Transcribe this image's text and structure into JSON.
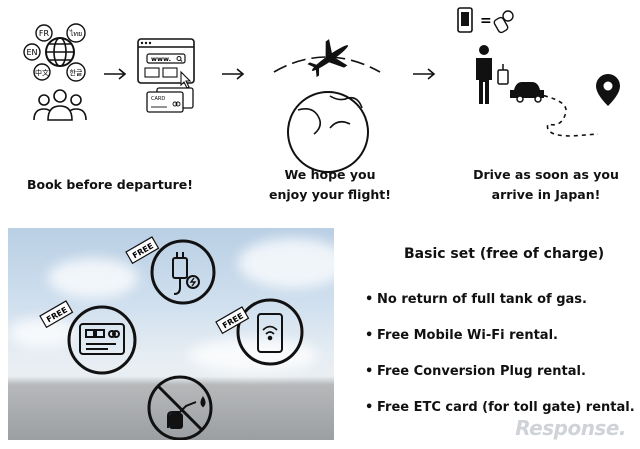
{
  "steps": [
    {
      "label": "Book before departure!",
      "icon": "booking-icon"
    },
    {
      "label_line1": "We hope you",
      "label_line2": "enjoy your flight!",
      "icon": "flight-icon"
    },
    {
      "label_line1": "Drive as soon as you",
      "label_line2": "arrive in Japan!",
      "icon": "drive-route-icon"
    }
  ],
  "language_badges": [
    "FR",
    "ไทย",
    "EN",
    "中文",
    "한글"
  ],
  "browser": {
    "url": "www.",
    "card_label": "CARD"
  },
  "equals_sign": "=",
  "free_tag": "FREE",
  "basic_set": {
    "title": "Basic set (free of charge)",
    "items": [
      "No return of full tank of gas.",
      "Free Mobile Wi-Fi rental.",
      "Free Conversion Plug rental.",
      "Free ETC card (for toll gate) rental."
    ]
  },
  "watermark": "Response."
}
